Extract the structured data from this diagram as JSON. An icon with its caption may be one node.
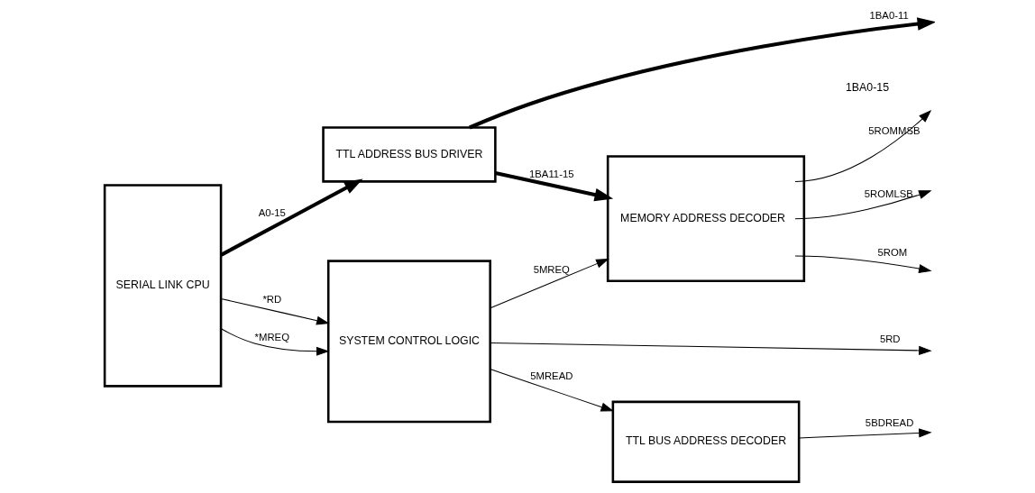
{
  "diagram": {
    "nodes": [
      {
        "text": [
          "SERIAL LINK CPU"
        ]
      },
      {
        "text": [
          "TTL ADDRESS BUS DRIVER"
        ]
      },
      {
        "text": [
          "SYSTEM CONTROL LOGIC"
        ]
      },
      {
        "text": [
          "MEMORY ADDRESS DECODER"
        ]
      },
      {
        "text": [
          "TTL BUS ADDRESS DECODER"
        ]
      }
    ],
    "edges": [
      {
        "from": 0,
        "to": 1,
        "arrow": "to",
        "label": "A0-15",
        "style": "thick"
      },
      {
        "from": 0,
        "to": 2,
        "arrow": "to",
        "label": "*MREQ"
      },
      {
        "from": 0,
        "to": 2,
        "arrow": "to",
        "label": "*RD"
      },
      {
        "from": 1,
        "to": null,
        "arrow": "to",
        "label": "1BA0-11",
        "style": "thick"
      },
      {
        "from": 1,
        "to": 3,
        "arrow": "to",
        "label": "1BA11-15",
        "style": "thick"
      },
      {
        "from": 2,
        "to": 3,
        "arrow": "to",
        "label": "5MREQ"
      },
      {
        "from": 2,
        "to": null,
        "arrow": "to",
        "label": "5RD"
      },
      {
        "from": 2,
        "to": 4,
        "arrow": "to",
        "label": "5MREAD"
      },
      {
        "from": 3,
        "to": null,
        "arrow": "to",
        "label": "5ROMMSB"
      },
      {
        "from": 3,
        "to": null,
        "arrow": "to",
        "label": "5ROMLSB"
      },
      {
        "from": 3,
        "to": null,
        "arrow": "to",
        "label": "5ROM"
      },
      {
        "from": 4,
        "to": null,
        "arrow": "to",
        "label": "5BDREAD"
      }
    ],
    "labels": [
      "1BA0-15"
    ]
  }
}
